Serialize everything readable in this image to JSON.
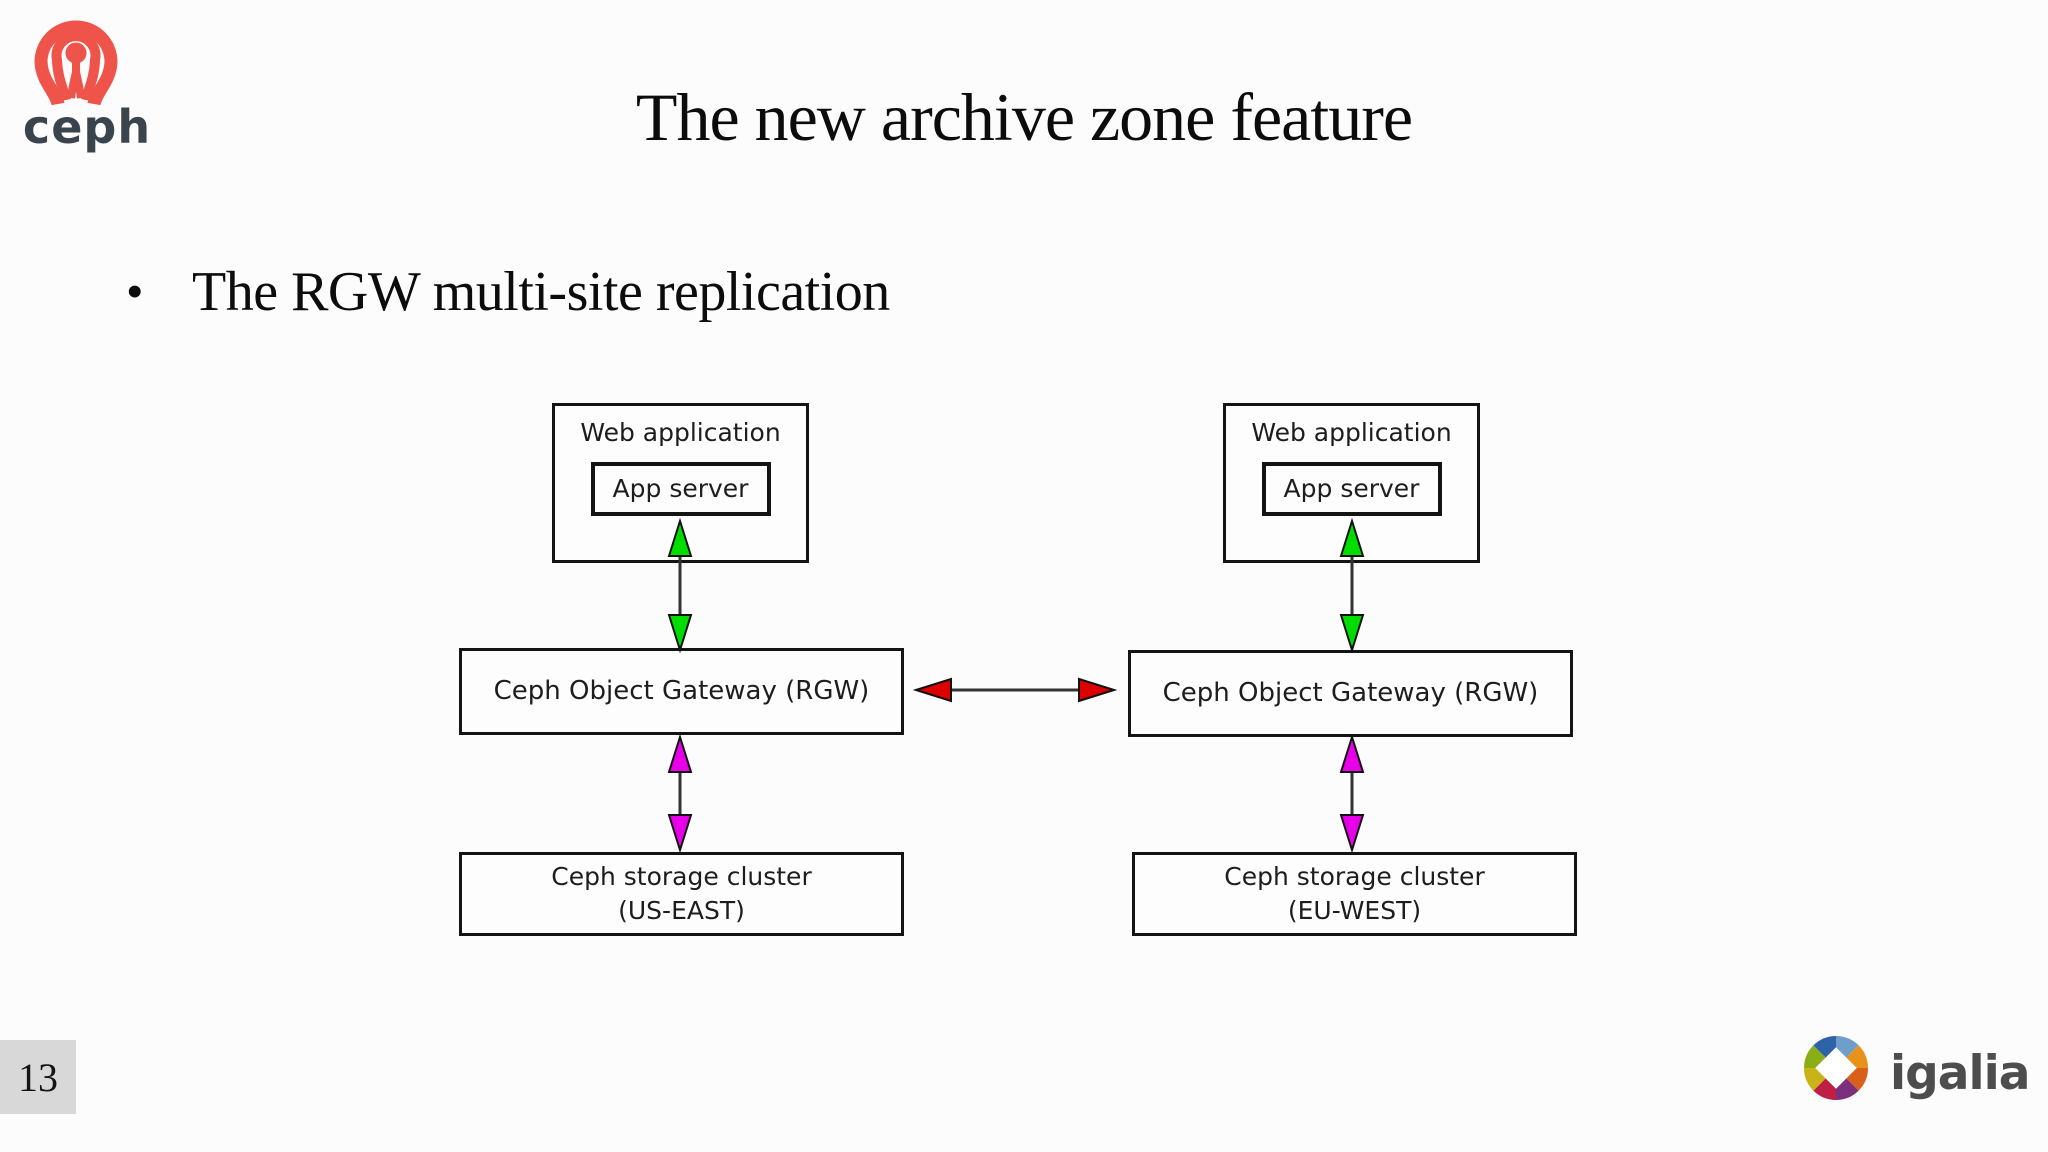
{
  "slide": {
    "title": "The new archive zone feature",
    "bullet_glyph": "•",
    "bullet_text": "The RGW multi-site replication",
    "page_number": "13"
  },
  "branding": {
    "ceph": {
      "wordmark": "ceph",
      "red": "#ee5449",
      "text_color": "#3a444d"
    },
    "igalia": {
      "wordmark": "igalia",
      "text_color": "#4d4d4d",
      "ball_colors": [
        "#6f9fc8",
        "#e8921c",
        "#d9601b",
        "#7b2f7d",
        "#c01f45",
        "#c9b417",
        "#8aae17",
        "#2f63a7"
      ]
    }
  },
  "diagram": {
    "colors": {
      "app_link": "#00dd00",
      "storage_link": "#e800e8",
      "site_link": "#dd0000",
      "shaft": "#333333",
      "box_border": "#141414"
    },
    "sites": {
      "left": {
        "web_app": "Web application",
        "app_server": "App server",
        "gateway": "Ceph Object Gateway (RGW)",
        "storage_line1": "Ceph storage cluster",
        "storage_line2": "(US-EAST)"
      },
      "right": {
        "web_app": "Web application",
        "app_server": "App server",
        "gateway": "Ceph Object Gateway (RGW)",
        "storage_line1": "Ceph storage cluster",
        "storage_line2": "(EU-WEST)"
      }
    }
  }
}
